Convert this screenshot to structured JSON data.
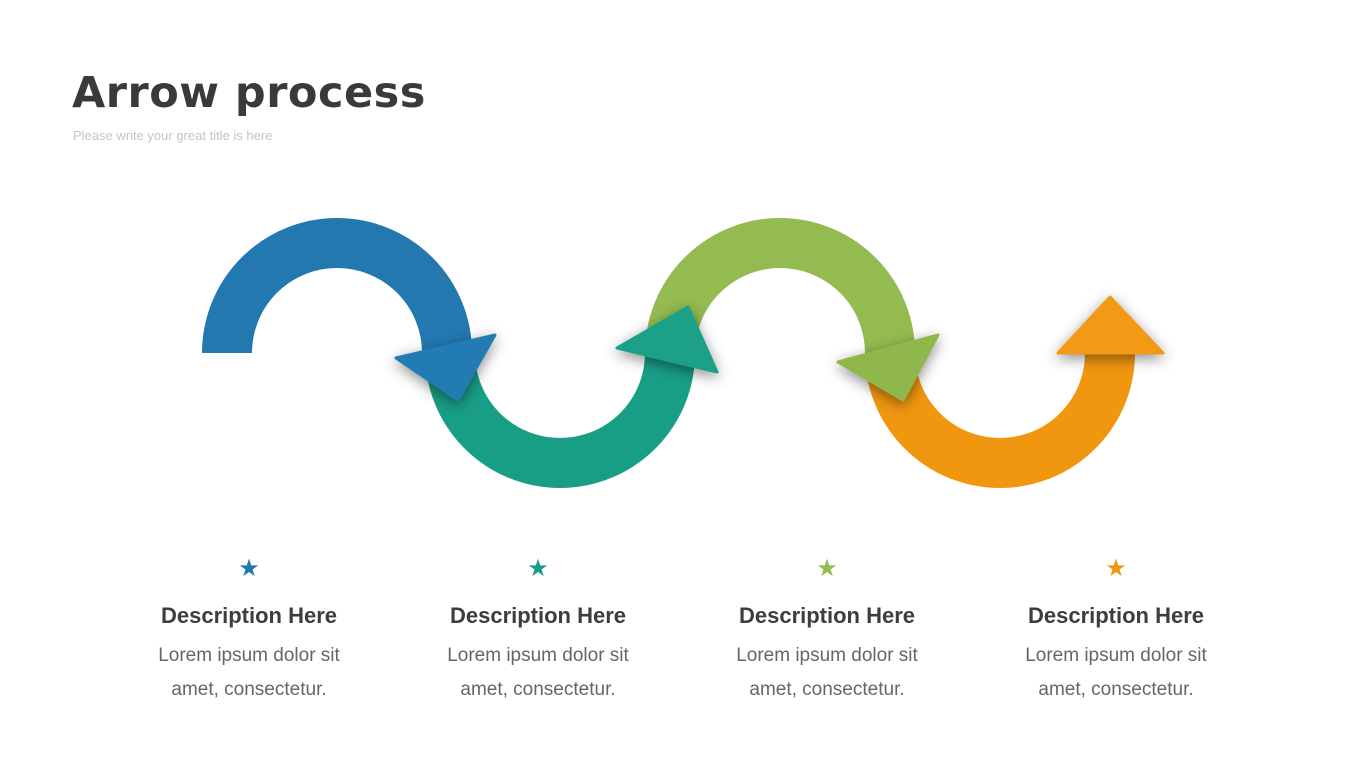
{
  "title": "Arrow process",
  "subtitle": "Please write your great title is here",
  "colors": {
    "blue": "#2378b0",
    "teal": "#199e86",
    "green": "#94bb50",
    "orange": "#f0960f"
  },
  "steps": [
    {
      "icon": "star-icon",
      "heading": "Description Here",
      "line1": "Lorem ipsum dolor sit",
      "line2": "amet, consectetur.",
      "color": "#2378b0"
    },
    {
      "icon": "star-icon",
      "heading": "Description Here",
      "line1": "Lorem ipsum dolor sit",
      "line2": "amet, consectetur.",
      "color": "#199e86"
    },
    {
      "icon": "star-icon",
      "heading": "Description Here",
      "line1": "Lorem ipsum dolor sit",
      "line2": "amet, consectetur.",
      "color": "#94bb50"
    },
    {
      "icon": "star-icon",
      "heading": "Description Here",
      "line1": "Lorem ipsum dolor sit",
      "line2": "amet, consectetur.",
      "color": "#f0960f"
    }
  ]
}
